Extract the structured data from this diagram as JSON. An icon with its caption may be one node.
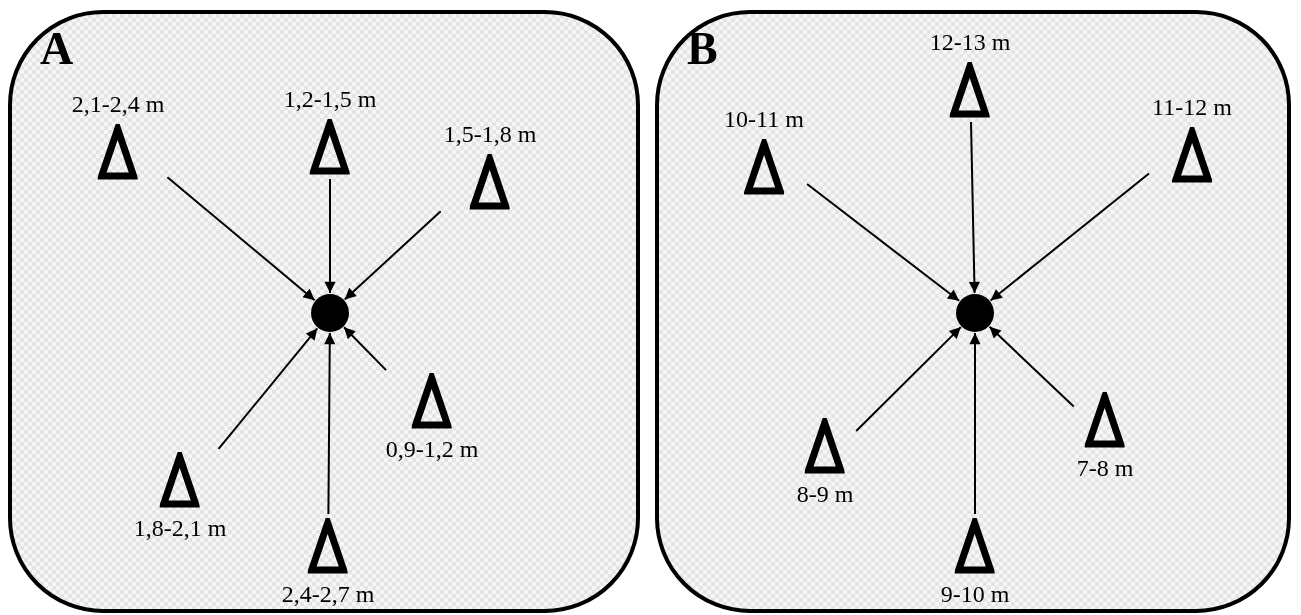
{
  "diagram": {
    "nodes": [
      {
        "text": [
          "A"
        ]
      },
      {
        "text": [
          "2,1-2,4 m"
        ],
        "in": 0
      },
      {
        "text": [
          "1,2-1,5 m"
        ],
        "in": 0
      },
      {
        "text": [
          "1,5-1,8 m"
        ],
        "in": 0
      },
      {
        "text": [],
        "shape": "circle",
        "in": 0
      },
      {
        "text": [
          "0,9-1,2 m"
        ],
        "in": 0
      },
      {
        "text": [
          "1,8-2,1 m"
        ],
        "in": 0
      },
      {
        "text": [
          "2,4-2,7 m"
        ],
        "in": 0
      },
      {
        "text": [
          "B"
        ]
      },
      {
        "text": [
          "12-13 m"
        ],
        "in": 8
      },
      {
        "text": [
          "10-11 m"
        ],
        "in": 8
      },
      {
        "text": [
          "11-12 m"
        ],
        "in": 8
      },
      {
        "text": [],
        "shape": "circle",
        "in": 8
      },
      {
        "text": [
          "7-8 m"
        ],
        "in": 8
      },
      {
        "text": [
          "8-9 m"
        ],
        "in": 8
      },
      {
        "text": [
          "9-10 m"
        ],
        "in": 8
      }
    ],
    "edges": [
      {
        "from": 1,
        "to": 4,
        "arrow": "to"
      },
      {
        "from": 2,
        "to": 4,
        "arrow": "to"
      },
      {
        "from": 3,
        "to": 4,
        "arrow": "to"
      },
      {
        "from": 5,
        "to": 4,
        "arrow": "to"
      },
      {
        "from": 6,
        "to": 4,
        "arrow": "to"
      },
      {
        "from": 7,
        "to": 4,
        "arrow": "to"
      },
      {
        "from": 10,
        "to": 12,
        "arrow": "to"
      },
      {
        "from": 9,
        "to": 12,
        "arrow": "to"
      },
      {
        "from": 11,
        "to": 12,
        "arrow": "to"
      },
      {
        "from": 13,
        "to": 12,
        "arrow": "to"
      },
      {
        "from": 14,
        "to": 12,
        "arrow": "to"
      },
      {
        "from": 15,
        "to": 12,
        "arrow": "to"
      }
    ]
  }
}
